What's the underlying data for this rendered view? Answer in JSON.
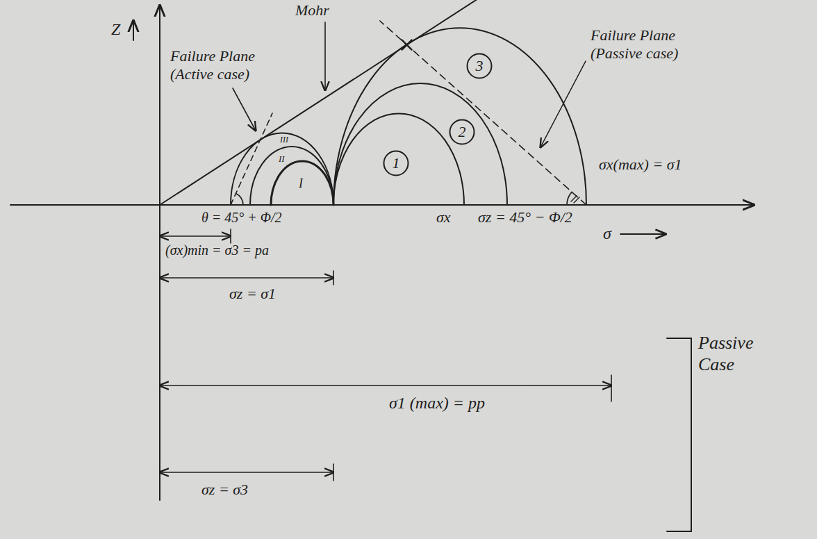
{
  "diagram": {
    "nodes": [
      {
        "text": [
          "3"
        ]
      },
      {
        "text": [
          "2"
        ]
      },
      {
        "text": [
          "1"
        ]
      }
    ],
    "labels": [
      "Mohr",
      "Z",
      "Failure Plane (Active case)",
      "Failure Plane (Passive case)",
      "III",
      "II",
      "I",
      "σx(max) = σ1",
      "θ = 45° + Φ/2",
      "σx",
      "σz = 45° − Φ/2",
      "σ",
      "(σx)min = σ3 = pa",
      "σz = σ1",
      "σ1 (max) = pp",
      "Passive Case",
      "σz = σ3"
    ]
  }
}
